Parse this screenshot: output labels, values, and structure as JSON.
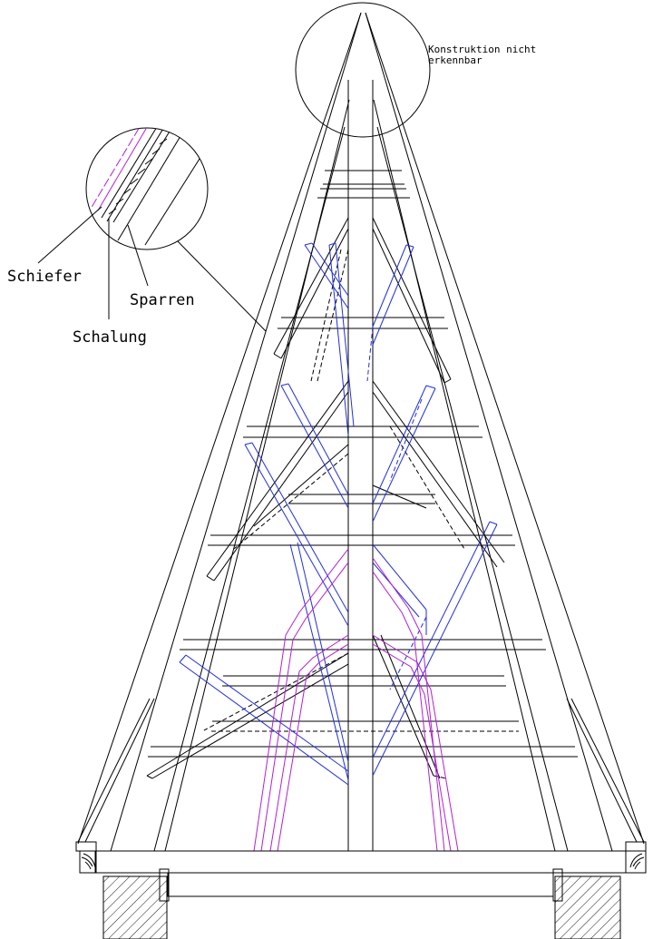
{
  "labels": {
    "top_note_line1": "Konstruktion nicht",
    "top_note_line2": "erkennbar",
    "schiefer": "Schiefer",
    "sparren": "Sparren",
    "schalung": "Schalung"
  },
  "colors": {
    "line": "#000000",
    "blue_members": "#1f2ee0",
    "purple_members": "#b21fd6",
    "background": "#ffffff"
  }
}
